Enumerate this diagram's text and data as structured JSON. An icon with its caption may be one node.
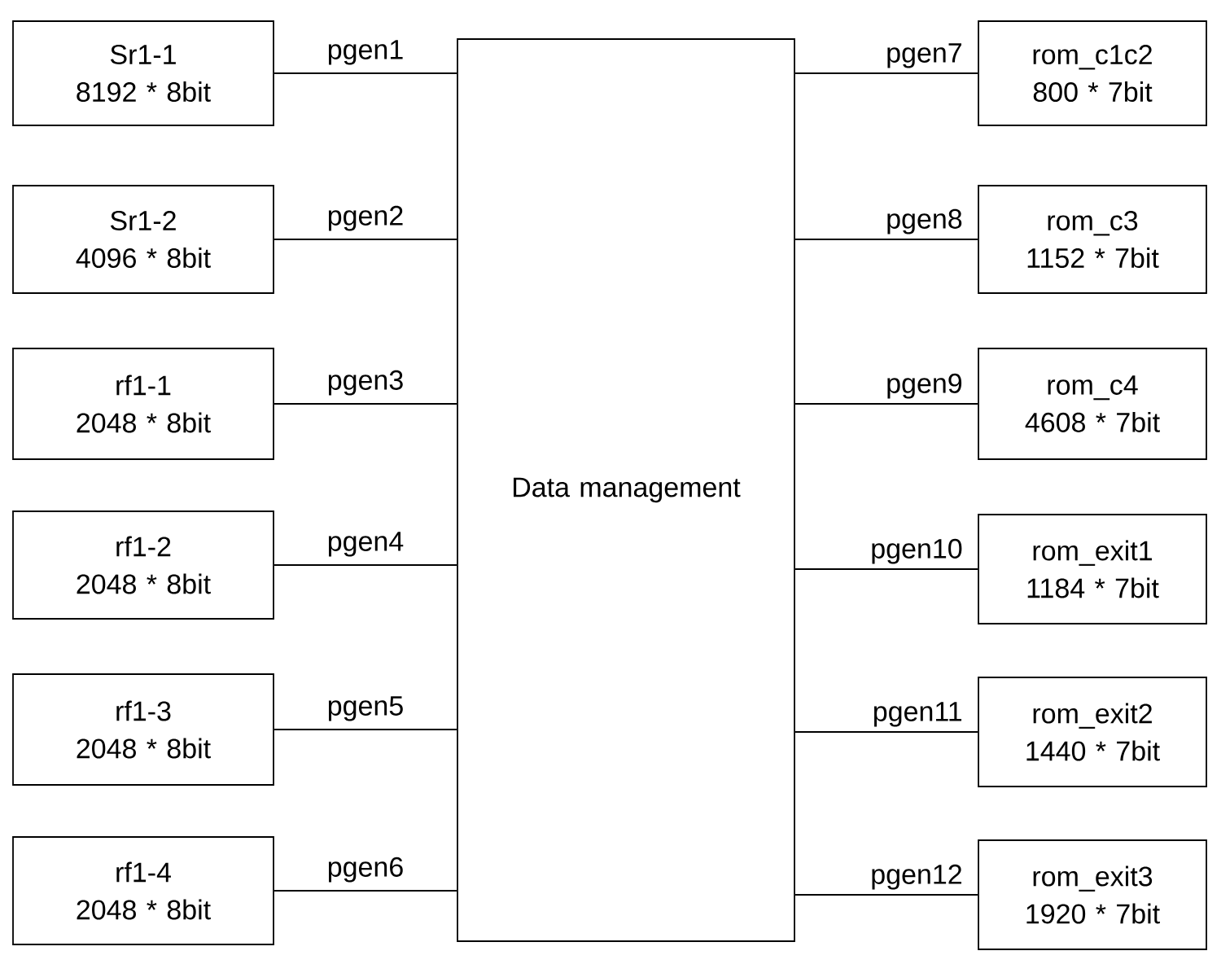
{
  "diagram": {
    "nodes": [
      {
        "text": [
          "Sr1-1",
          "8192 * 8bit"
        ]
      },
      {
        "text": [
          "Sr1-2",
          "4096 * 8bit"
        ]
      },
      {
        "text": [
          "rf1-1",
          "2048 * 8bit"
        ]
      },
      {
        "text": [
          "rf1-2",
          "2048 * 8bit"
        ]
      },
      {
        "text": [
          "rf1-3",
          "2048 * 8bit"
        ]
      },
      {
        "text": [
          "rf1-4",
          "2048 * 8bit"
        ]
      },
      {
        "text": [
          "Data management"
        ]
      },
      {
        "text": [
          "rom_c1c2",
          "800 * 7bit"
        ]
      },
      {
        "text": [
          "rom_c3",
          "1152 * 7bit"
        ]
      },
      {
        "text": [
          "rom_c4",
          "4608 * 7bit"
        ]
      },
      {
        "text": [
          "rom_exit1",
          "1184 * 7bit"
        ]
      },
      {
        "text": [
          "rom_exit2",
          "1440 * 7bit"
        ]
      },
      {
        "text": [
          "rom_exit3",
          "1920 * 7bit"
        ]
      }
    ],
    "edges": [
      {
        "from": 0,
        "to": 6,
        "arrow": "none",
        "label": "pgen1"
      },
      {
        "from": 1,
        "to": 6,
        "arrow": "none",
        "label": "pgen2"
      },
      {
        "from": 2,
        "to": 6,
        "arrow": "none",
        "label": "pgen3"
      },
      {
        "from": 3,
        "to": 6,
        "arrow": "none",
        "label": "pgen4"
      },
      {
        "from": 4,
        "to": 6,
        "arrow": "none",
        "label": "pgen5"
      },
      {
        "from": 5,
        "to": 6,
        "arrow": "none",
        "label": "pgen6"
      },
      {
        "from": 6,
        "to": 7,
        "arrow": "none",
        "label": "pgen7"
      },
      {
        "from": 6,
        "to": 8,
        "arrow": "none",
        "label": "pgen8"
      },
      {
        "from": 6,
        "to": 9,
        "arrow": "none",
        "label": "pgen9"
      },
      {
        "from": 6,
        "to": 10,
        "arrow": "none",
        "label": "pgen10"
      },
      {
        "from": 6,
        "to": 11,
        "arrow": "none",
        "label": "pgen11"
      },
      {
        "from": 6,
        "to": 12,
        "arrow": "none",
        "label": "pgen12"
      }
    ]
  }
}
